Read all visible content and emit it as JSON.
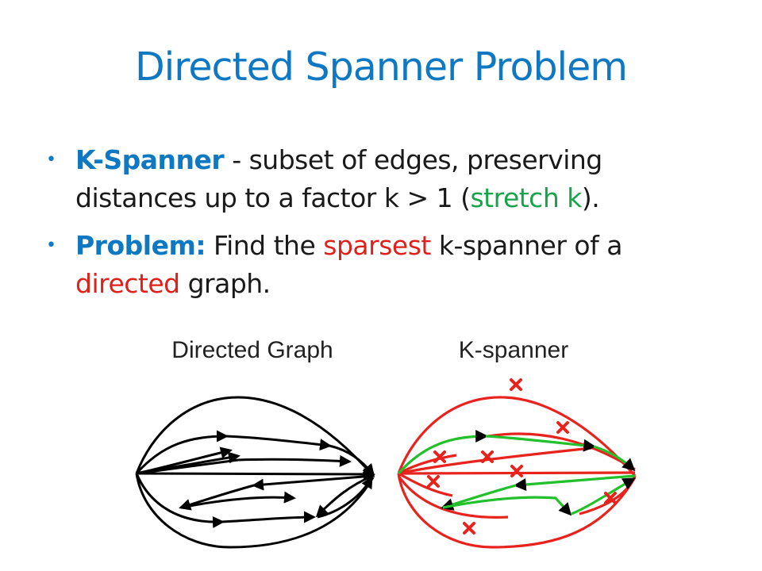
{
  "title": "Directed Spanner Problem",
  "bullets": [
    {
      "term": "K-Spanner",
      "text_a": " - subset of edges, preserving distances up to a factor k > 1 (",
      "highlight": "stretch k",
      "text_b": ")."
    },
    {
      "term": "Problem:",
      "text_a": " Find the ",
      "highlight1": "sparsest",
      "text_b": " k-spanner of a ",
      "highlight2": "directed",
      "text_c": " graph."
    }
  ],
  "figures": {
    "left_title": "Directed Graph",
    "right_title": "K-spanner"
  },
  "colors": {
    "title": "#0e78c2",
    "keep_edge": "#22c02a",
    "removed_edge": "#e8231d",
    "graph_edge": "#000000"
  }
}
